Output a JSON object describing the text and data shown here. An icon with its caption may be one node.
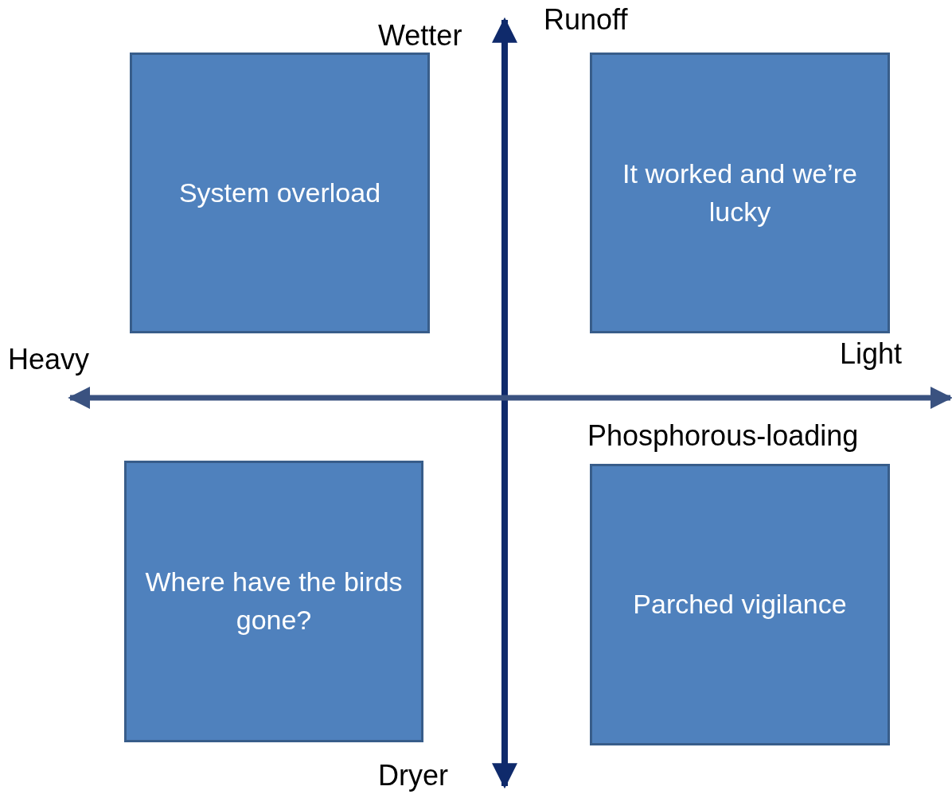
{
  "diagram": {
    "nodes": [
      {
        "text": [
          "System overload"
        ]
      },
      {
        "text": [
          "It worked and we’re lucky"
        ]
      },
      {
        "text": [
          "Where have the birds gone?"
        ]
      },
      {
        "text": [
          "Parched vigilance"
        ]
      }
    ],
    "labels": [
      "Wetter",
      "Runoff",
      "Light",
      "Heavy",
      "Phosphorous-loading",
      "Dryer"
    ]
  }
}
